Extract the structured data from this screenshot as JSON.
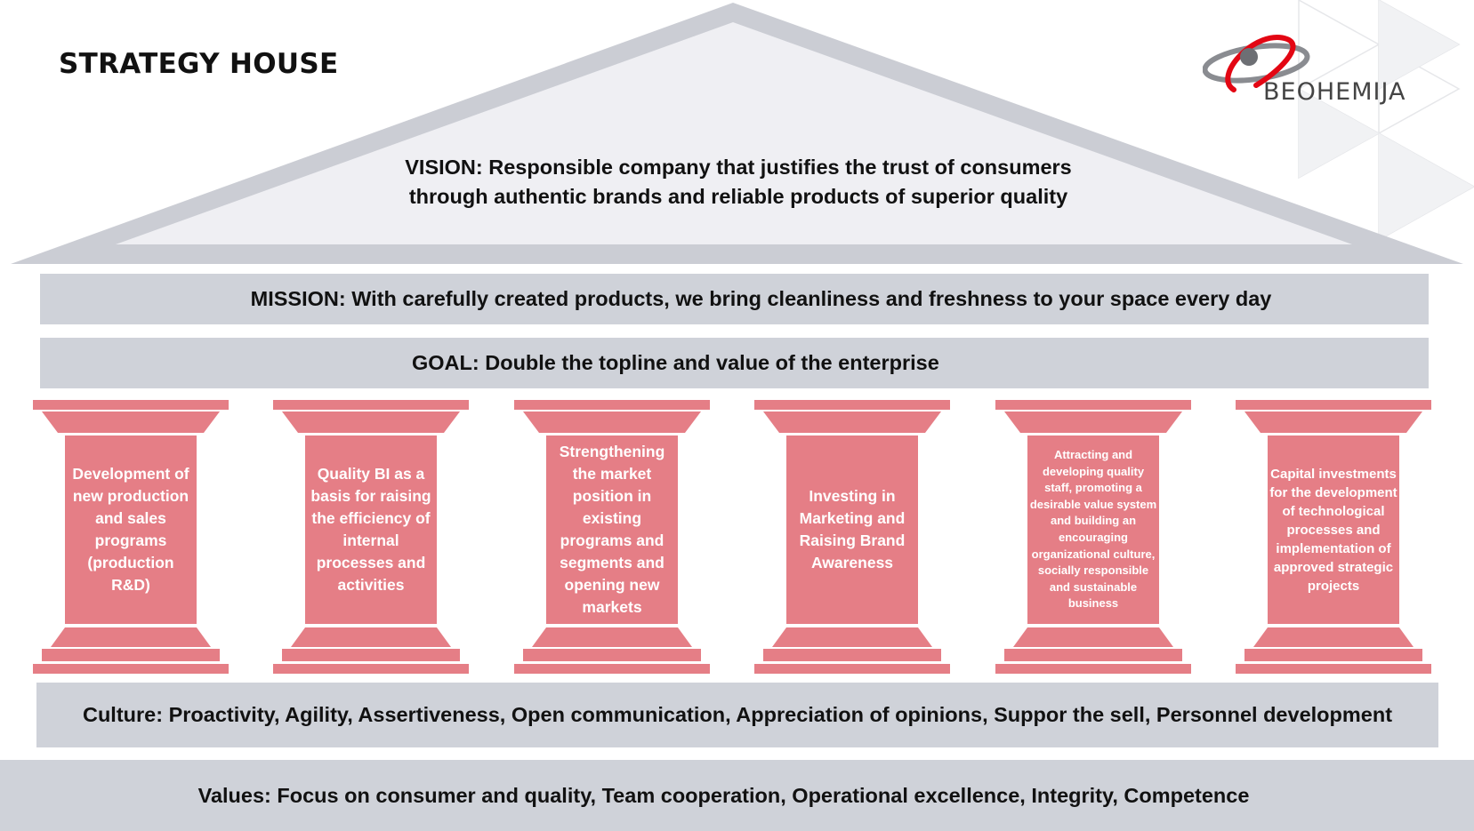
{
  "title": "STRATEGY HOUSE",
  "logo": {
    "name": "BEOHEMIJA"
  },
  "vision": {
    "line1": "VISION: Responsible company that justifies the trust of consumers",
    "line2": "through authentic brands and reliable products of superior quality"
  },
  "mission": "MISSION: With carefully created products, we bring cleanliness and freshness to your space every day",
  "goal": "GOAL: Double the topline and value of the enterprise",
  "pillars": [
    {
      "label": "Development of new production and sales programs (production R&D)"
    },
    {
      "label": "Quality BI as a basis for raising the efficiency of internal processes and activities"
    },
    {
      "label": "Strengthening the market position in existing programs and segments and opening new markets"
    },
    {
      "label": "Investing in Marketing and Raising Brand Awareness"
    },
    {
      "label": "Attracting and developing quality staff, promoting a desirable value system and building an encouraging organizational culture, socially responsible and sustainable business"
    },
    {
      "label": "Capital investments for the development of technological processes and implementation of approved strategic projects"
    }
  ],
  "culture": "Culture: Proactivity, Agility, Assertiveness, Open communication, Appreciation of opinions, Suppor the sell, Personnel development",
  "values": "Values: Focus on consumer and quality, Team cooperation, Operational excellence, Integrity, Competence",
  "colors": {
    "pillar": "#e57e86",
    "band": "#cfd2d9",
    "roof_outer": "#cbcdd4",
    "roof_inner": "#efeff3",
    "logo_red": "#e30613",
    "logo_gray": "#8a8c91"
  }
}
